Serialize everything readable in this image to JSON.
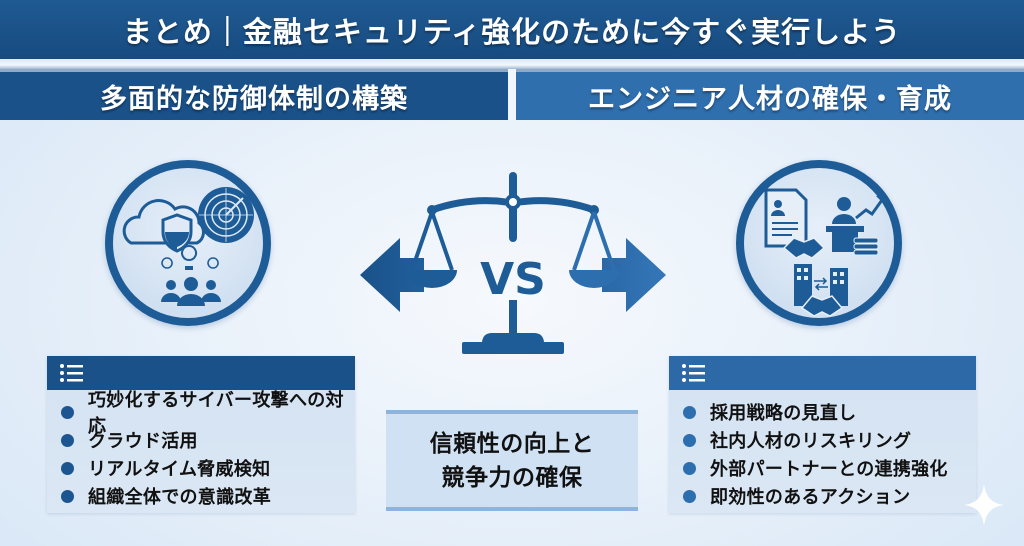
{
  "header": {
    "title": "まとめ｜金融セキュリティ強化のために今すぐ実行しよう"
  },
  "sections": {
    "left": {
      "title": "多面的な防御体制の構築",
      "icon_group": [
        "cloud-shield-icon",
        "radar-icon",
        "team-ideas-icon"
      ],
      "list_icon": "list-icon",
      "items": [
        "巧妙化するサイバー攻撃への対応",
        "クラウド活用",
        "リアルタイム脅威検知",
        "組織全体での意識改革"
      ]
    },
    "right": {
      "title": "エンジニア人材の確保・育成",
      "icon_group": [
        "resume-handshake-icon",
        "training-growth-icon",
        "partnership-buildings-icon"
      ],
      "list_icon": "list-icon",
      "items": [
        "採用戦略の見直し",
        "社内人材のリスキリング",
        "外部パートナーとの連携強化",
        "即効性のあるアクション"
      ]
    }
  },
  "center": {
    "vs_label": "VS",
    "icon": "balance-scale-icon",
    "box_lines": [
      "信頼性の向上と",
      "競争力の確保"
    ]
  },
  "colors": {
    "header_bg": "#174b80",
    "left_accent": "#1a5189",
    "right_accent": "#2f6fae",
    "panel_bg": "#d3e2f2",
    "text": "#111111"
  }
}
